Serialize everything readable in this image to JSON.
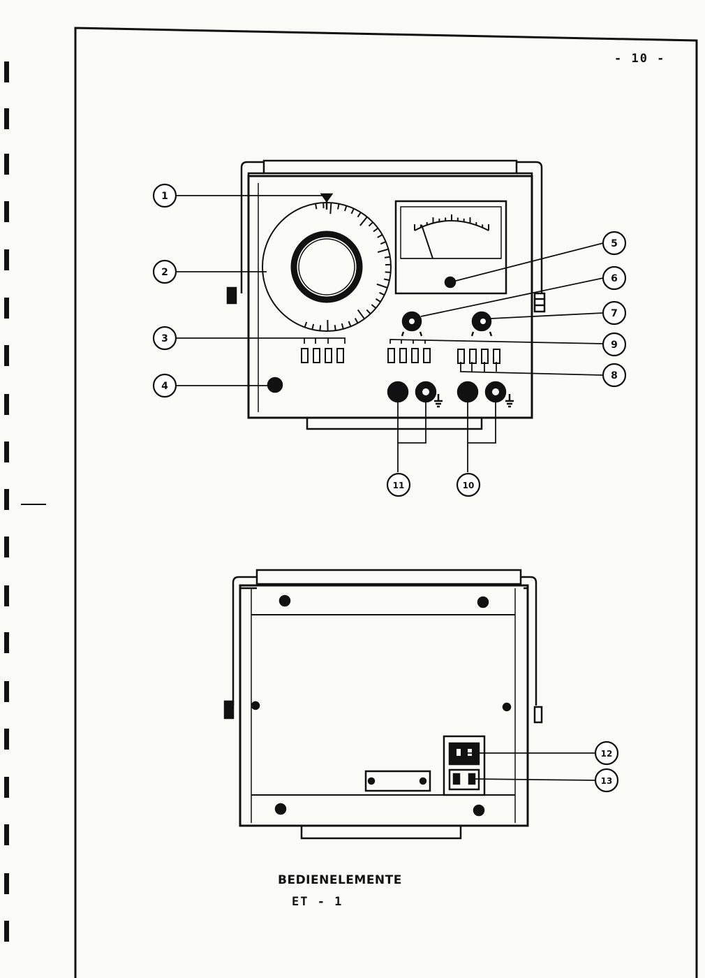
{
  "page_number": "- 10 -",
  "caption": {
    "title": "BEDIENELEMENTE",
    "subtitle": "ET - 1"
  },
  "callouts": [
    "1",
    "2",
    "3",
    "4",
    "5",
    "6",
    "7",
    "8",
    "9",
    "10",
    "11",
    "12",
    "13"
  ]
}
